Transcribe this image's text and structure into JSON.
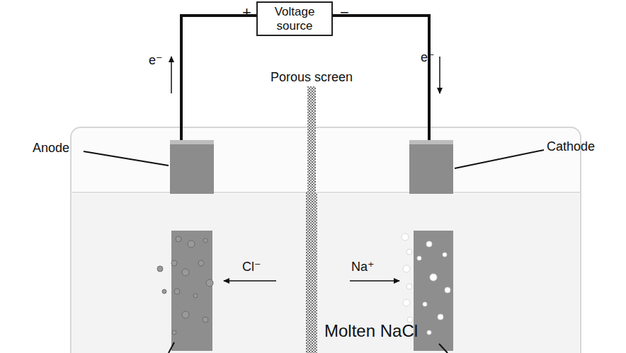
{
  "diagram": {
    "nodes": [
      {
        "text": [
          "Voltage source"
        ]
      }
    ],
    "labels": [
      "+",
      "−",
      "e⁻",
      "e⁻",
      "Porous screen",
      "Anode",
      "Cathode",
      "Cl⁻",
      "Na⁺",
      "Molten NaCl"
    ]
  }
}
